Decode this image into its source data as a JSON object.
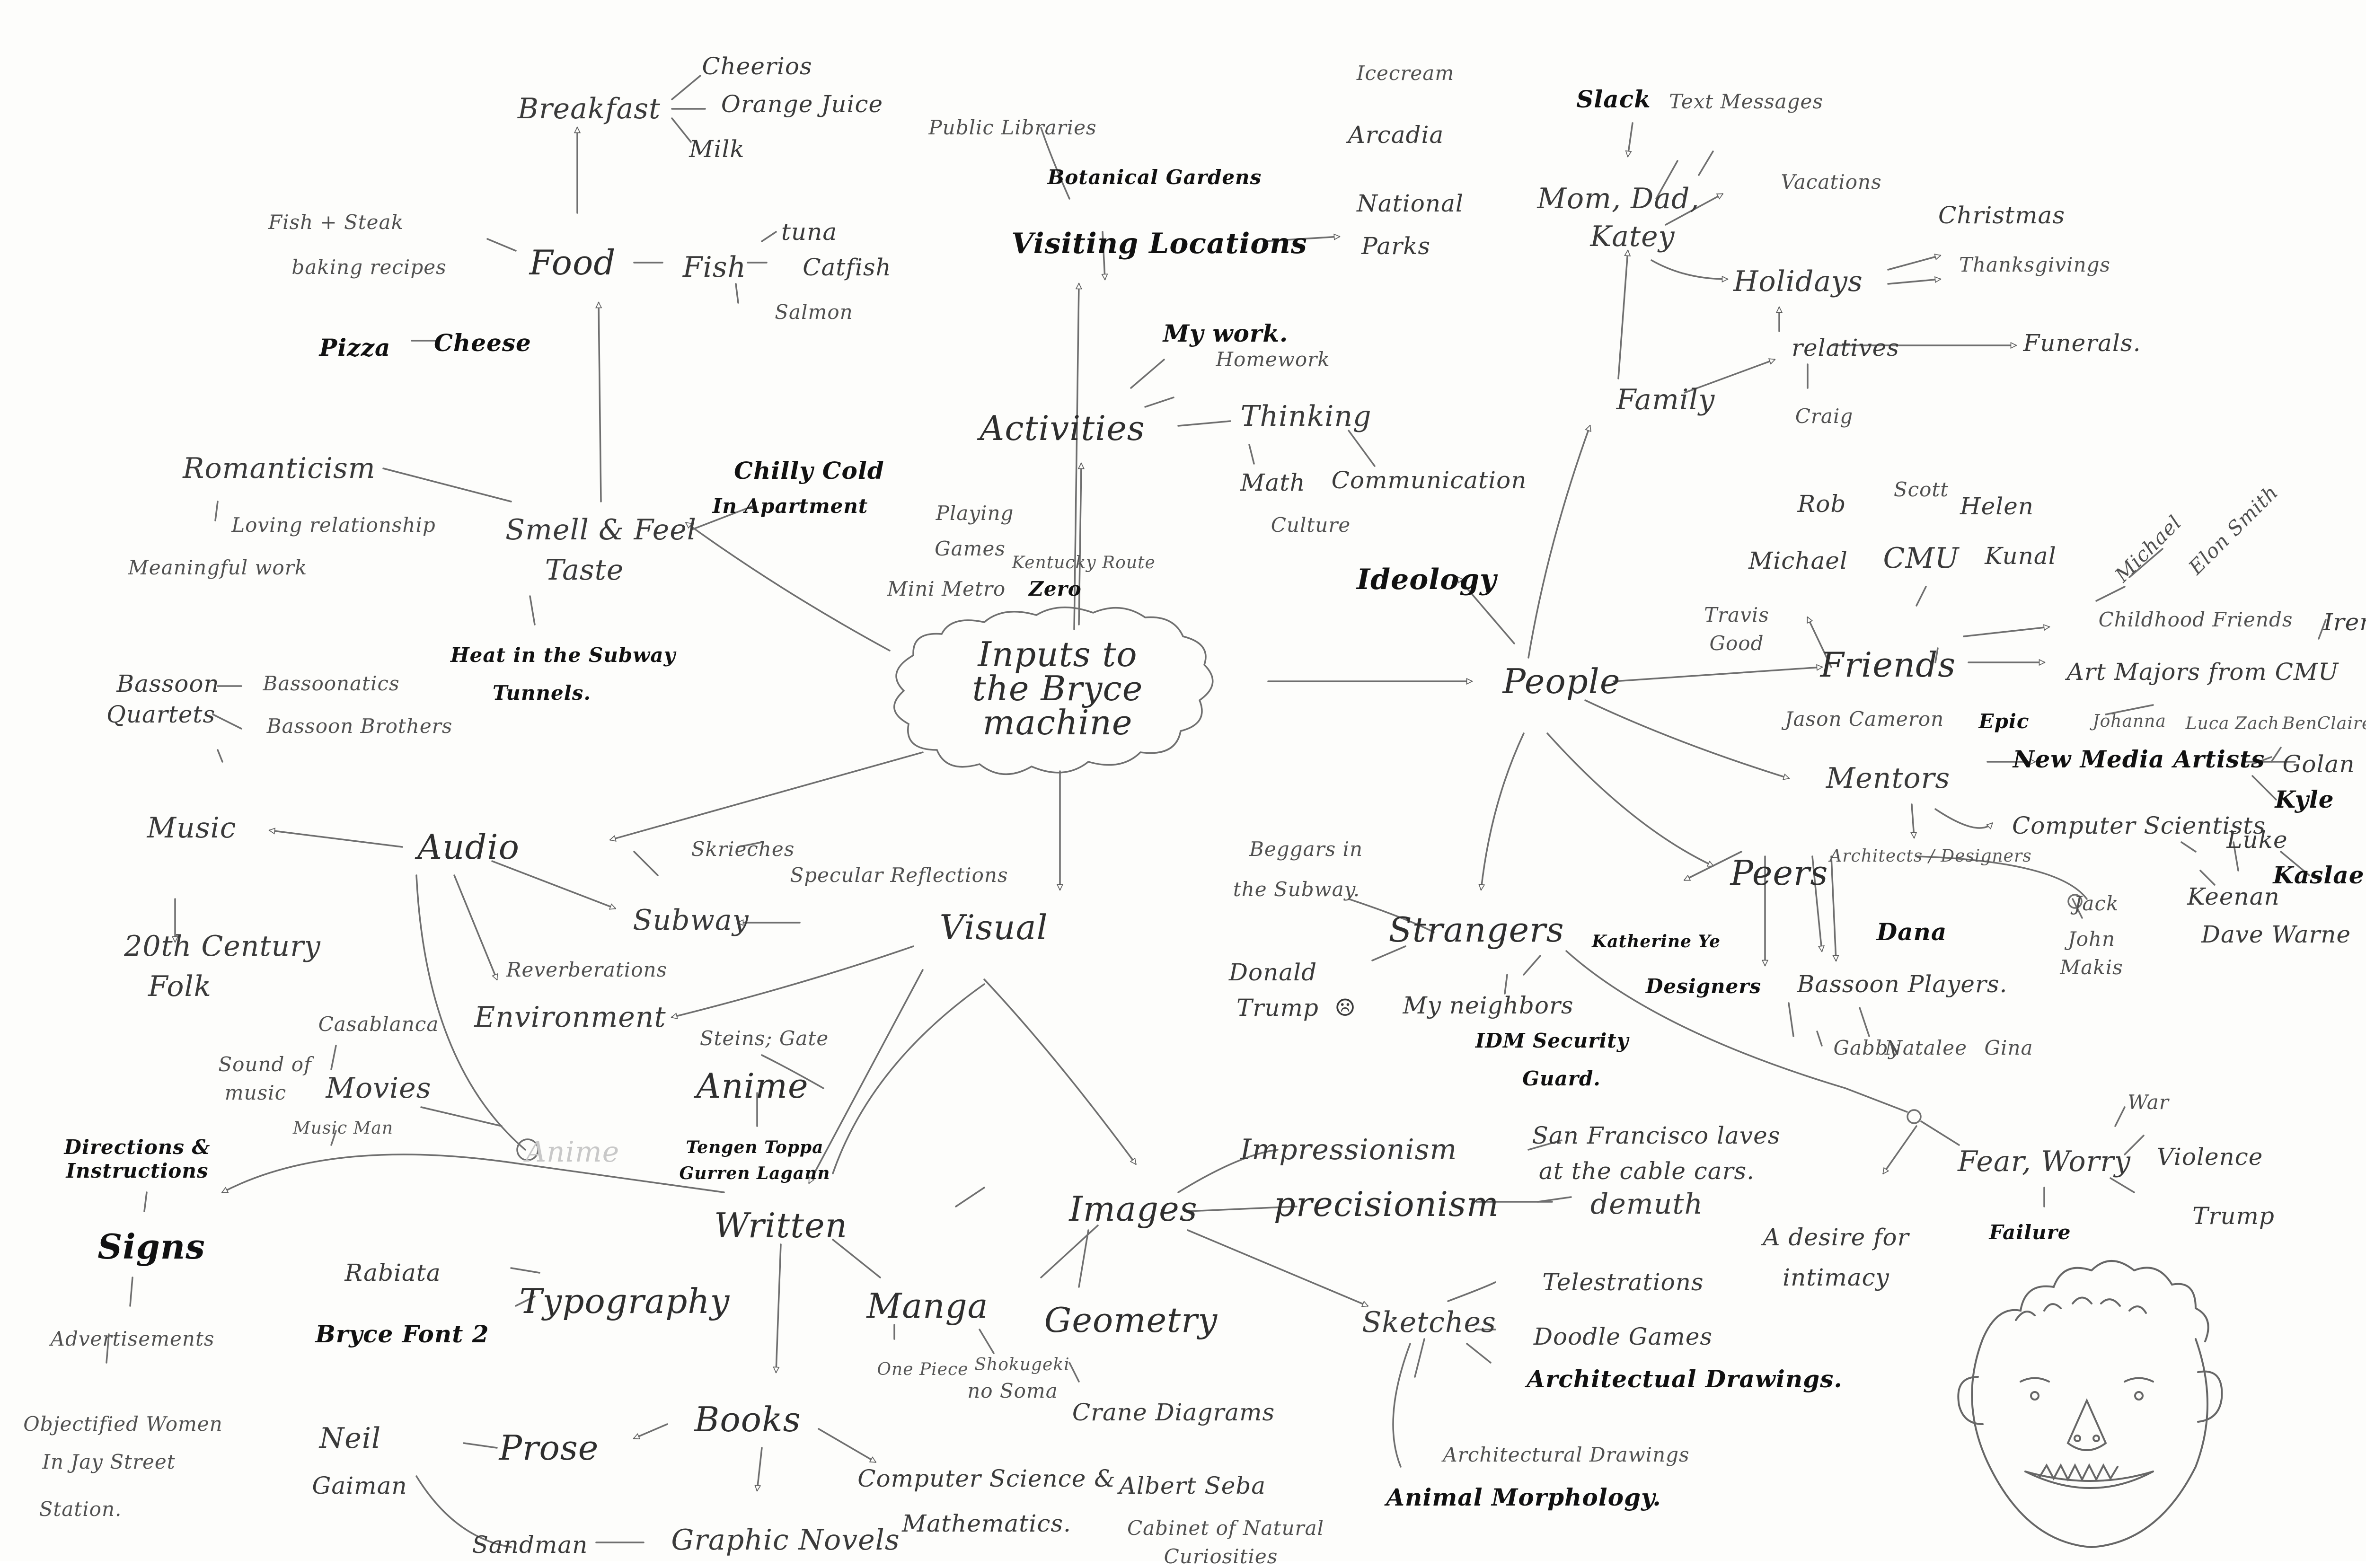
{
  "nodes": {
    "center": "Inputs to the Bryce machine",
    "breakfast": "Breakfast",
    "cheerios": "Cheerios",
    "orange_juice": "Orange Juice",
    "milk": "Milk",
    "fish_steak": "Fish + Steak",
    "baking": "baking recipes",
    "food": "Food",
    "fish": "Fish",
    "tuna": "tuna",
    "catfish": "Catfish",
    "salmon": "Salmon",
    "pizza": "Pizza",
    "cheese": "Cheese",
    "romanticism": "Romanticism",
    "loving": "Loving relationship",
    "meaningful": "Meaningful work",
    "smell": "Smell & Feel",
    "taste": "Taste",
    "chilly": "Chilly Cold",
    "apartment": "In Apartment",
    "heat": "Heat in the Subway",
    "tunnels": "Tunnels.",
    "public_lib": "Public Libraries",
    "botanical": "Botanical Gardens",
    "visiting": "Visiting Locations",
    "activities": "Activities",
    "my_work": "My work.",
    "homework": "Homework",
    "thinking": "Thinking",
    "math": "Math",
    "communication": "Communication",
    "culture": "Culture",
    "playing": "Playing",
    "games": "Games",
    "kentucky": "Kentucky Route",
    "zero": "Zero",
    "mini_metro": "Mini Metro",
    "icecream": "Icecream",
    "arcadia": "Arcadia",
    "national": "National",
    "parks": "Parks",
    "slack": "Slack",
    "text_messages": "Text Messages",
    "mom_dad": "Mom, Dad,",
    "katey": "Katey",
    "vacations": "Vacations",
    "christmas": "Christmas",
    "thanksgiving": "Thanksgivings",
    "holidays": "Holidays",
    "relatives": "relatives",
    "funerals": "Funerals.",
    "craig": "Craig",
    "family": "Family",
    "ideology": "Ideology",
    "people": "People",
    "rob": "Rob",
    "scott": "Scott",
    "helen": "Helen",
    "michael": "Michael",
    "cmu": "CMU",
    "kunal": "Kunal",
    "michael2": "Michael",
    "elon": "Elon Smith",
    "travis": "Travis",
    "good": "Good",
    "childhood": "Childhood Friends",
    "irene": "Irene",
    "friends": "Friends",
    "art_majors": "Art Majors from CMU",
    "jason": "Jason Cameron",
    "epic": "Epic",
    "johanna": "Johanna",
    "luca": "Luca",
    "zach": "Zach",
    "ben": "Ben",
    "claire": "Claire",
    "mentors": "Mentors",
    "new_media": "New Media Artists",
    "golan": "Golan",
    "kyle": "Kyle",
    "computer_scientists": "Computer Scientists",
    "luke": "Luke",
    "kaslae": "Kaslae",
    "architects": "Architects / Designers",
    "jack": "Jack",
    "john": "John",
    "makis": "Makis",
    "dana": "Dana",
    "keenan": "Keenan",
    "dave": "Dave Warne",
    "beggars": "Beggars in",
    "subway2": "the Subway.",
    "strangers": "Strangers",
    "donald": "Donald",
    "trump": "Trump",
    "neighbors": "My neighbors",
    "idm": "IDM Security",
    "guard": "Guard.",
    "peers": "Peers",
    "katherine": "Katherine Ye",
    "designers": "Designers",
    "bassoon_players": "Bassoon Players.",
    "gabby": "Gabby",
    "natalee": "Natalee",
    "gina": "Gina",
    "war": "War",
    "fear": "Fear, Worry",
    "violence": "Violence",
    "trump2": "Trump",
    "failure": "Failure",
    "desire1": "A desire for",
    "desire2": "intimacy",
    "bassoon": "Bassoon",
    "quartets": "Quartets",
    "bassoonatics": "Bassoonatics",
    "bassoon_brothers": "Bassoon Brothers",
    "music": "Music",
    "century": "20th Century",
    "folk": "Folk",
    "audio": "Audio",
    "screeches": "Skrieches",
    "subway": "Subway",
    "specular": "Specular Reflections",
    "visual": "Visual",
    "reverberations": "Reverberations",
    "environment": "Environment",
    "casablanca": "Casablanca",
    "sound_of": "Sound of",
    "music2": "music",
    "movies": "Movies",
    "music_man": "Music Man",
    "anime": "Anime",
    "steins": "Steins; Gate",
    "tengen": "Tengen Toppa",
    "lagann": "Gurren Lagann",
    "anime_faded": "Anime",
    "directions": "Directions &",
    "instructions": "Instructions",
    "signs": "Signs",
    "written": "Written",
    "impressionism": "Impressionism",
    "sf_laves": "San Francisco laves",
    "cable_cars": "at the cable cars.",
    "precisionism": "precisionism",
    "demuth": "demuth",
    "images": "Images",
    "rabiata": "Rabiata",
    "typography": "Typography",
    "bryce_font": "Bryce Font 2",
    "manga": "Manga",
    "geometry": "Geometry",
    "one_piece": "One Piece",
    "shokugeki": "Shokugeki",
    "no_soma": "no Soma",
    "crane": "Crane Diagrams",
    "sketches": "Sketches",
    "telestrations": "Telestrations",
    "doodle_games": "Doodle Games",
    "arch_drawings": "Architectual Drawings.",
    "arch_drawings2": "Architectural Drawings",
    "animal": "Animal Morphology.",
    "advertisements": "Advertisements",
    "objectified": "Objectified Women",
    "jay_street": "In Jay Street",
    "station": "Station.",
    "neil": "Neil",
    "gaiman": "Gaiman",
    "prose": "Prose",
    "books": "Books",
    "cs_math1": "Computer Science &",
    "cs_math2": "Mathematics.",
    "albert1": "Albert Seba",
    "albert2": "Cabinet of Natural",
    "albert3": "Curiosities",
    "sandman": "Sandman",
    "graphic_novels": "Graphic Novels"
  },
  "colors": {
    "ink": "#3a3a3a",
    "stroke": "#6f6f6f",
    "paper": "#fdfdfb"
  }
}
